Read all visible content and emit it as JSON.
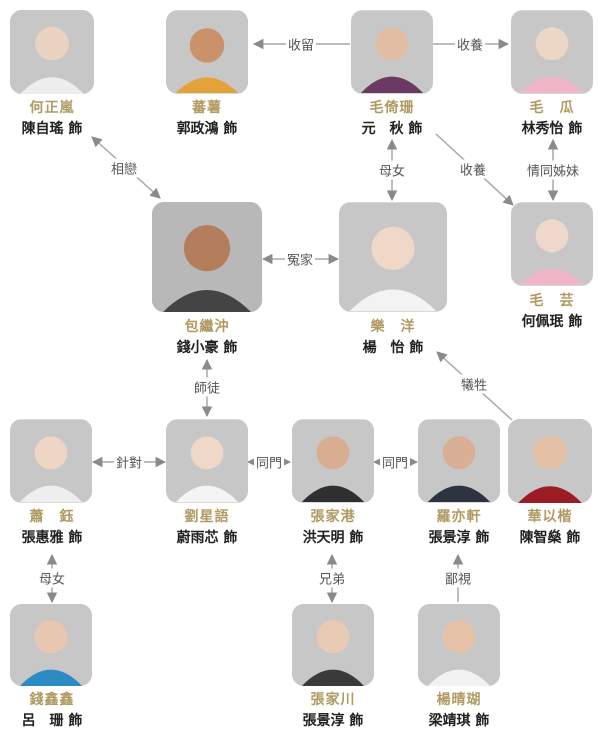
{
  "colors": {
    "role": "#b09a62",
    "actor": "#222222",
    "line": "#a8a8a8",
    "photo_bg": "#c9c9c9"
  },
  "people": [
    {
      "id": "he_zhenglan",
      "role": "何正嵐",
      "actor": "陳自瑤 飾"
    },
    {
      "id": "fanshu",
      "role": "蕃薯",
      "actor": "郭政鴻 飾"
    },
    {
      "id": "mao_yishan",
      "role": "毛倚珊",
      "actor": "元　秋 飾"
    },
    {
      "id": "mao_gua",
      "role": "毛　瓜",
      "actor": "林秀怡 飾"
    },
    {
      "id": "bao_jichong",
      "role": "包繼沖",
      "actor": "錢小豪 飾"
    },
    {
      "id": "le_yang",
      "role": "樂　洋",
      "actor": "楊　怡 飾"
    },
    {
      "id": "mao_yun",
      "role": "毛　芸",
      "actor": "何佩珉 飾"
    },
    {
      "id": "xiao_yu",
      "role": "蕭　鈺",
      "actor": "張惠雅 飾"
    },
    {
      "id": "liu_xingyu",
      "role": "劉星語",
      "actor": "蔚雨芯 飾"
    },
    {
      "id": "zhang_jiagang",
      "role": "張家港",
      "actor": "洪天明 飾"
    },
    {
      "id": "luo_yixuan",
      "role": "羅亦軒",
      "actor": "張景淳 飾"
    },
    {
      "id": "hua_yikai",
      "role": "華以楷",
      "actor": "陳智燊 飾"
    },
    {
      "id": "qian_xinxin",
      "role": "錢鑫鑫",
      "actor": "呂　珊 飾"
    },
    {
      "id": "zhang_jiachuan",
      "role": "張家川",
      "actor": "張景淳 飾"
    },
    {
      "id": "yang_qinghu",
      "role": "楊晴瑚",
      "actor": "梁靖琪 飾"
    }
  ],
  "relations": [
    {
      "id": "r_shouliu",
      "label": "收留"
    },
    {
      "id": "r_shouyang1",
      "label": "收養"
    },
    {
      "id": "r_xianglian",
      "label": "相戀"
    },
    {
      "id": "r_munv1",
      "label": "母女"
    },
    {
      "id": "r_shouyang2",
      "label": "收養"
    },
    {
      "id": "r_qingtong",
      "label": "情同姊妹"
    },
    {
      "id": "r_yuanjia",
      "label": "冤家"
    },
    {
      "id": "r_shitu",
      "label": "師徒"
    },
    {
      "id": "r_xisheng",
      "label": "犧牲"
    },
    {
      "id": "r_zhendui",
      "label": "針對"
    },
    {
      "id": "r_tongmen1",
      "label": "同門"
    },
    {
      "id": "r_tongmen2",
      "label": "同門"
    },
    {
      "id": "r_munv2",
      "label": "母女"
    },
    {
      "id": "r_xiongdi",
      "label": "兄弟"
    },
    {
      "id": "r_bishi",
      "label": "鄙視"
    }
  ]
}
